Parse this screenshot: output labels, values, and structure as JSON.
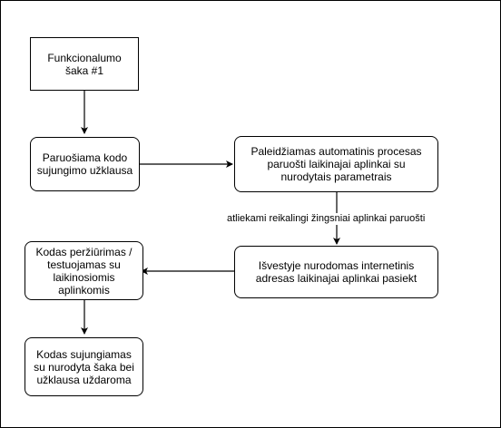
{
  "diagram": {
    "nodes": [
      {
        "id": "start",
        "label": "Funkcionalumo\nšaka #1"
      },
      {
        "id": "pr",
        "label": "Paruošiama kodo\nsujungimo užklausa"
      },
      {
        "id": "process",
        "label": "Paleidžiamas automatinis procesas\nparuošti laikinajai aplinkai su\nnurodytais parametrais"
      },
      {
        "id": "url",
        "label": "Išvestyje nurodomas internetinis\nadresas laikinajai aplinkai pasiekt"
      },
      {
        "id": "review",
        "label": "Kodas peržiūrimas /\ntestuojamas su\nlaikinosiomis\naplinkomis"
      },
      {
        "id": "merge",
        "label": "Kodas sujungiamas\nsu nurodyta šaka bei\nužklausa uždaroma"
      }
    ],
    "edges": [
      {
        "from": "start",
        "to": "pr",
        "label": ""
      },
      {
        "from": "pr",
        "to": "process",
        "label": ""
      },
      {
        "from": "process",
        "to": "url",
        "label": "atliekami reikalingi žingsniai aplinkai paruošti"
      },
      {
        "from": "url",
        "to": "review",
        "label": ""
      },
      {
        "from": "review",
        "to": "merge",
        "label": ""
      }
    ]
  }
}
